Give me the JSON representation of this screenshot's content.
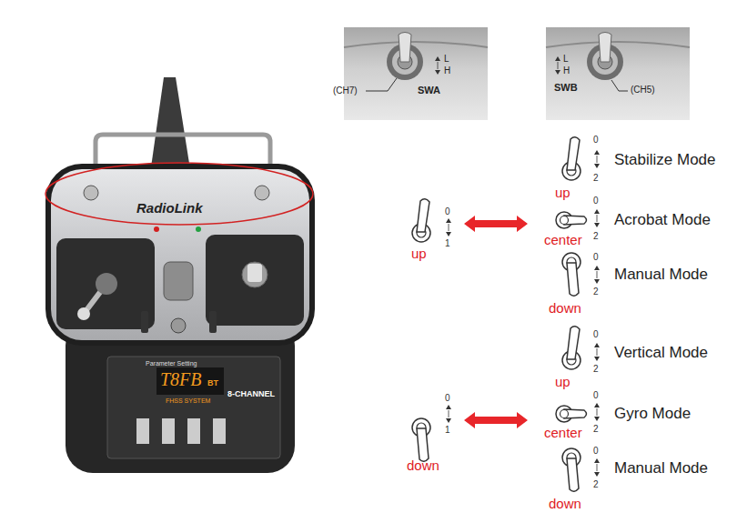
{
  "diagram": {
    "labels": [
      "(CH7)",
      "L",
      "H",
      "SWA",
      "L",
      "H",
      "SWB",
      "(CH5)",
      "RadioLink",
      "Parameter Setting",
      "T8FB",
      "BT",
      "FHSS SYSTEM",
      "8-CHANNEL",
      "0",
      "1",
      "up",
      "0",
      "2",
      "Stabilize Mode",
      "up",
      "0",
      "2",
      "Acrobat Mode",
      "center",
      "0",
      "2",
      "Manual Mode",
      "down",
      "0",
      "1",
      "down",
      "0",
      "2",
      "Vertical Mode",
      "up",
      "0",
      "2",
      "Gyro Mode",
      "center",
      "0",
      "2",
      "Manual Mode",
      "down"
    ]
  }
}
